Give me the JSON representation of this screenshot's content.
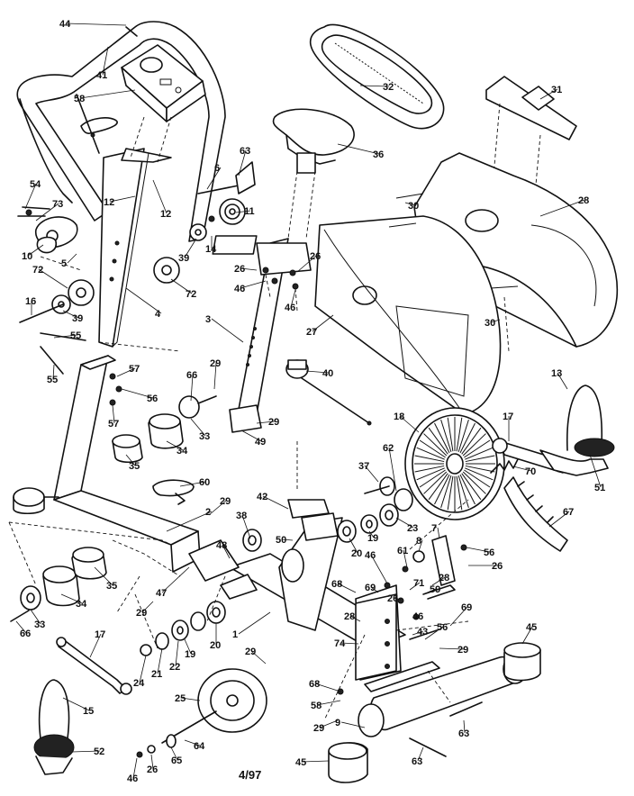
{
  "diagram": {
    "type": "exploded-parts-diagram",
    "footer_code": "4/97",
    "callouts": [
      {
        "id": "c44a",
        "text": "44"
      },
      {
        "id": "c41",
        "text": "41"
      },
      {
        "id": "c58a",
        "text": "58"
      },
      {
        "id": "c32",
        "text": "32"
      },
      {
        "id": "c31",
        "text": "31"
      },
      {
        "id": "c36",
        "text": "36"
      },
      {
        "id": "c63a",
        "text": "63"
      },
      {
        "id": "c6",
        "text": "6"
      },
      {
        "id": "c54",
        "text": "54"
      },
      {
        "id": "c73",
        "text": "73"
      },
      {
        "id": "c12a",
        "text": "12"
      },
      {
        "id": "c12b",
        "text": "12"
      },
      {
        "id": "c11",
        "text": "11"
      },
      {
        "id": "c14",
        "text": "14"
      },
      {
        "id": "c39a",
        "text": "39"
      },
      {
        "id": "c30a",
        "text": "30"
      },
      {
        "id": "c28",
        "text": "28"
      },
      {
        "id": "c10",
        "text": "10"
      },
      {
        "id": "c5",
        "text": "5"
      },
      {
        "id": "c72a",
        "text": "72"
      },
      {
        "id": "c72b",
        "text": "72"
      },
      {
        "id": "c26a",
        "text": "26"
      },
      {
        "id": "c26b",
        "text": "26"
      },
      {
        "id": "c46a",
        "text": "46"
      },
      {
        "id": "c46b",
        "text": "46"
      },
      {
        "id": "c16",
        "text": "16"
      },
      {
        "id": "c39b",
        "text": "39"
      },
      {
        "id": "c4",
        "text": "4"
      },
      {
        "id": "c3",
        "text": "3"
      },
      {
        "id": "c27",
        "text": "27"
      },
      {
        "id": "c30b",
        "text": "30"
      },
      {
        "id": "c55a",
        "text": "55"
      },
      {
        "id": "c55b",
        "text": "55"
      },
      {
        "id": "c57a",
        "text": "57"
      },
      {
        "id": "c56a",
        "text": "56"
      },
      {
        "id": "c57b",
        "text": "57"
      },
      {
        "id": "c66a",
        "text": "66"
      },
      {
        "id": "c29a",
        "text": "29"
      },
      {
        "id": "c40",
        "text": "40"
      },
      {
        "id": "c13",
        "text": "13"
      },
      {
        "id": "c33a",
        "text": "33"
      },
      {
        "id": "c29b",
        "text": "29"
      },
      {
        "id": "c34a",
        "text": "34"
      },
      {
        "id": "c49",
        "text": "49"
      },
      {
        "id": "c18",
        "text": "18"
      },
      {
        "id": "c17a",
        "text": "17"
      },
      {
        "id": "c35a",
        "text": "35"
      },
      {
        "id": "c62",
        "text": "62"
      },
      {
        "id": "c70",
        "text": "70"
      },
      {
        "id": "c51",
        "text": "51"
      },
      {
        "id": "c37",
        "text": "37"
      },
      {
        "id": "c60",
        "text": "60"
      },
      {
        "id": "c29c",
        "text": "29"
      },
      {
        "id": "c2",
        "text": "2"
      },
      {
        "id": "c42",
        "text": "42"
      },
      {
        "id": "c38",
        "text": "38"
      },
      {
        "id": "c23",
        "text": "23"
      },
      {
        "id": "c7",
        "text": "7"
      },
      {
        "id": "c67",
        "text": "67"
      },
      {
        "id": "c50",
        "text": "50"
      },
      {
        "id": "c20a",
        "text": "20"
      },
      {
        "id": "c19a",
        "text": "19"
      },
      {
        "id": "c8",
        "text": "8"
      },
      {
        "id": "c56b",
        "text": "56"
      },
      {
        "id": "c48",
        "text": "48"
      },
      {
        "id": "c61",
        "text": "61"
      },
      {
        "id": "c26c",
        "text": "26"
      },
      {
        "id": "c46c",
        "text": "46"
      },
      {
        "id": "c28b",
        "text": "28"
      },
      {
        "id": "c35b",
        "text": "35"
      },
      {
        "id": "c47",
        "text": "47"
      },
      {
        "id": "c68",
        "text": "68"
      },
      {
        "id": "c69a",
        "text": "69"
      },
      {
        "id": "c71",
        "text": "71"
      },
      {
        "id": "c59",
        "text": "59"
      },
      {
        "id": "c29d",
        "text": "29"
      },
      {
        "id": "c34b",
        "text": "34"
      },
      {
        "id": "c26d",
        "text": "26"
      },
      {
        "id": "c46d",
        "text": "46"
      },
      {
        "id": "c33b",
        "text": "33"
      },
      {
        "id": "c69b",
        "text": "69"
      },
      {
        "id": "c45a",
        "text": "45"
      },
      {
        "id": "c66b",
        "text": "66"
      },
      {
        "id": "c1",
        "text": "1"
      },
      {
        "id": "c28c",
        "text": "28"
      },
      {
        "id": "c74",
        "text": "74"
      },
      {
        "id": "c43",
        "text": "43"
      },
      {
        "id": "c19b",
        "text": "19"
      },
      {
        "id": "c20b",
        "text": "20"
      },
      {
        "id": "c56c",
        "text": "56"
      },
      {
        "id": "c17b",
        "text": "17"
      },
      {
        "id": "c29e",
        "text": "29"
      },
      {
        "id": "c29f",
        "text": "29"
      },
      {
        "id": "c22",
        "text": "22"
      },
      {
        "id": "c21",
        "text": "21"
      },
      {
        "id": "c24",
        "text": "24"
      },
      {
        "id": "c15",
        "text": "15"
      },
      {
        "id": "c25",
        "text": "25"
      },
      {
        "id": "c68b",
        "text": "68"
      },
      {
        "id": "c58b",
        "text": "58"
      },
      {
        "id": "c9",
        "text": "9"
      },
      {
        "id": "c29g",
        "text": "29"
      },
      {
        "id": "c63b",
        "text": "63"
      },
      {
        "id": "c52",
        "text": "52"
      },
      {
        "id": "c64",
        "text": "64"
      },
      {
        "id": "c45b",
        "text": "45"
      },
      {
        "id": "c63c",
        "text": "63"
      },
      {
        "id": "c46e",
        "text": "46"
      },
      {
        "id": "c26e",
        "text": "26"
      },
      {
        "id": "c65",
        "text": "65"
      }
    ]
  }
}
